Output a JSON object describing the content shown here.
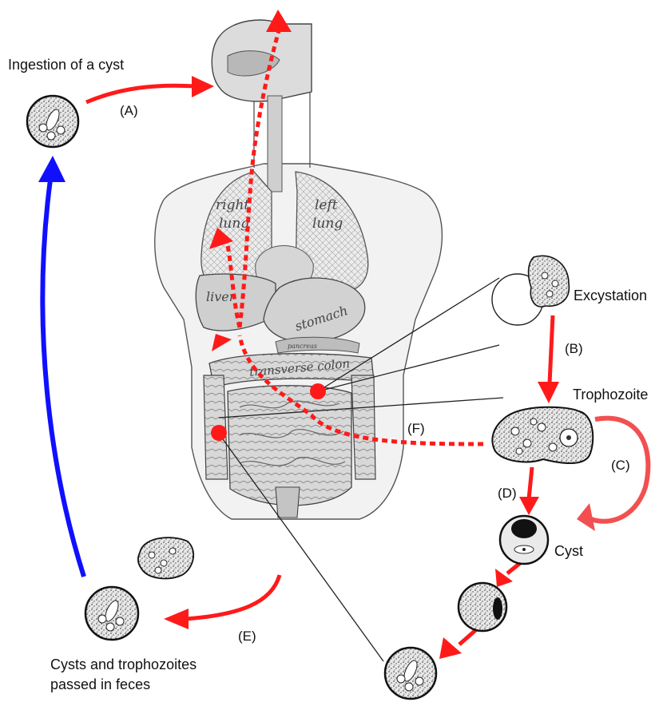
{
  "labels": {
    "ingestion": "Ingestion of a cyst",
    "a": "(A)",
    "b": "(B)",
    "c": "(C)",
    "d": "(D)",
    "e": "(E)",
    "f": "(F)",
    "excystation": "Excystation",
    "trophozoite": "Trophozoite",
    "cyst": "Cyst",
    "passed_line1": "Cysts and trophozoites",
    "passed_line2": "passed in feces"
  },
  "organs": {
    "right_lung_1": "right",
    "right_lung_2": "lung",
    "left_lung_1": "left",
    "left_lung_2": "lung",
    "liver": "liver",
    "stomach": "stomach",
    "pancreas": "pancreas",
    "colon": "transverse colon"
  },
  "colors": {
    "arrow_red": "#ff1a1a",
    "arrow_blue": "#1010ff",
    "loop_red": "#f25050"
  }
}
